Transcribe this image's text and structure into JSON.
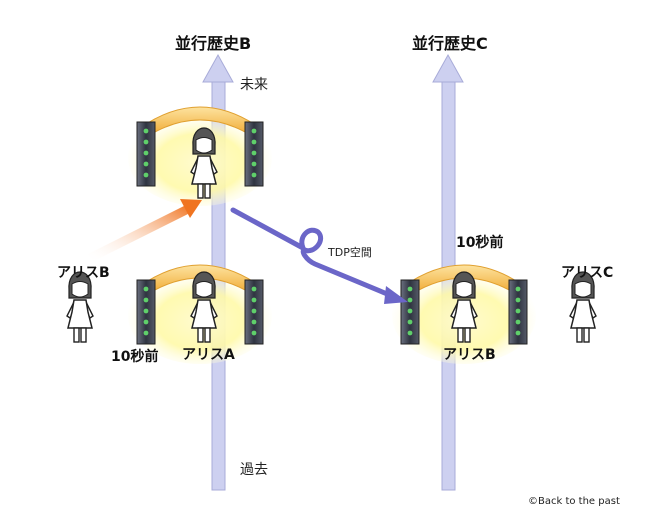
{
  "timelines": [
    {
      "id": "B",
      "title": "並行歴史B",
      "future_label": "未来",
      "past_label": "過去"
    },
    {
      "id": "C",
      "title": "並行歴史C"
    }
  ],
  "machines": [
    {
      "id": "machine-b-top",
      "occupant": ""
    },
    {
      "id": "machine-b-bottom",
      "occupant": "アリスA",
      "time_label": "10秒前"
    },
    {
      "id": "machine-c",
      "occupant": "アリスB",
      "time_label": "10秒前"
    }
  ],
  "people": [
    {
      "id": "alice-b-left",
      "label": "アリスB"
    },
    {
      "id": "alice-c",
      "label": "アリスC"
    }
  ],
  "transfer": {
    "label": "TDP空間"
  },
  "credit": "©Back to the past",
  "colors": {
    "timeline": "#cdd0f0",
    "timeline_border": "#a8abd8",
    "orange_arrow": "#f07a2a",
    "purple_arrow": "#6b66c8",
    "arch": "#f5b840",
    "glow": "#fff59a",
    "pillar": "#3c4250",
    "led": "#5fd06a"
  }
}
